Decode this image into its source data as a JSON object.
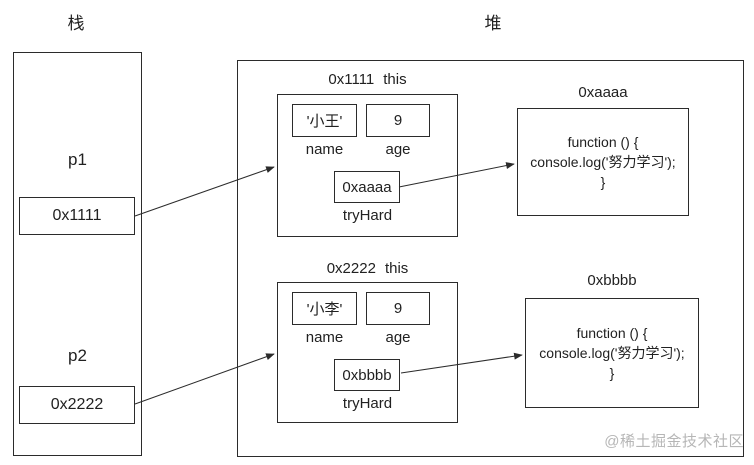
{
  "titles": {
    "stack": "栈",
    "heap": "堆"
  },
  "colors": {
    "line": "#2b2b2b",
    "watermark": "#b6b6b6",
    "background": "#ffffff"
  },
  "stack": {
    "vars": [
      {
        "name": "p1",
        "value": "0x1111"
      },
      {
        "name": "p2",
        "value": "0x2222"
      }
    ]
  },
  "heap": {
    "objects": [
      {
        "addr": "0x1111",
        "this_label": "this",
        "name_value": "'小王'",
        "age_value": "9",
        "name_label": "name",
        "age_label": "age",
        "ref_value": "0xaaaa",
        "ref_label": "tryHard"
      },
      {
        "addr": "0x2222",
        "this_label": "this",
        "name_value": "'小李'",
        "age_value": "9",
        "name_label": "name",
        "age_label": "age",
        "ref_value": "0xbbbb",
        "ref_label": "tryHard"
      }
    ],
    "functions": [
      {
        "title": "0xaaaa",
        "lines": [
          "function () {",
          "console.log('努力学习');",
          "}"
        ]
      },
      {
        "title": "0xbbbb",
        "lines": [
          "function () {",
          "console.log('努力学习');",
          "}"
        ]
      }
    ]
  },
  "watermark": "@稀土掘金技术社区"
}
